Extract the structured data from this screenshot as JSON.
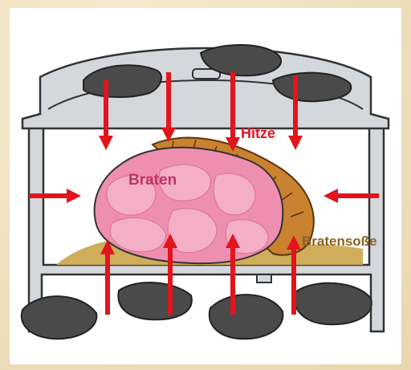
{
  "labels": {
    "heat": "Hitze",
    "roast": "Braten",
    "gravy": "Bratensoße"
  },
  "colors": {
    "background": "#f2e6c6",
    "arrow": "#e2141c",
    "coal": "#4a4a4a",
    "meat": "#ef8fb0",
    "meat_light": "#f4afc6",
    "crust": "#c9822f",
    "gravy": "#cfad5a",
    "pot_fill": "#d4d7dc",
    "pot_stroke": "#333333",
    "roast_label": "#c0335e",
    "gravy_label": "#8a6320"
  },
  "icons": [
    "charcoal-briquette-icon",
    "heat-arrow-icon"
  ]
}
